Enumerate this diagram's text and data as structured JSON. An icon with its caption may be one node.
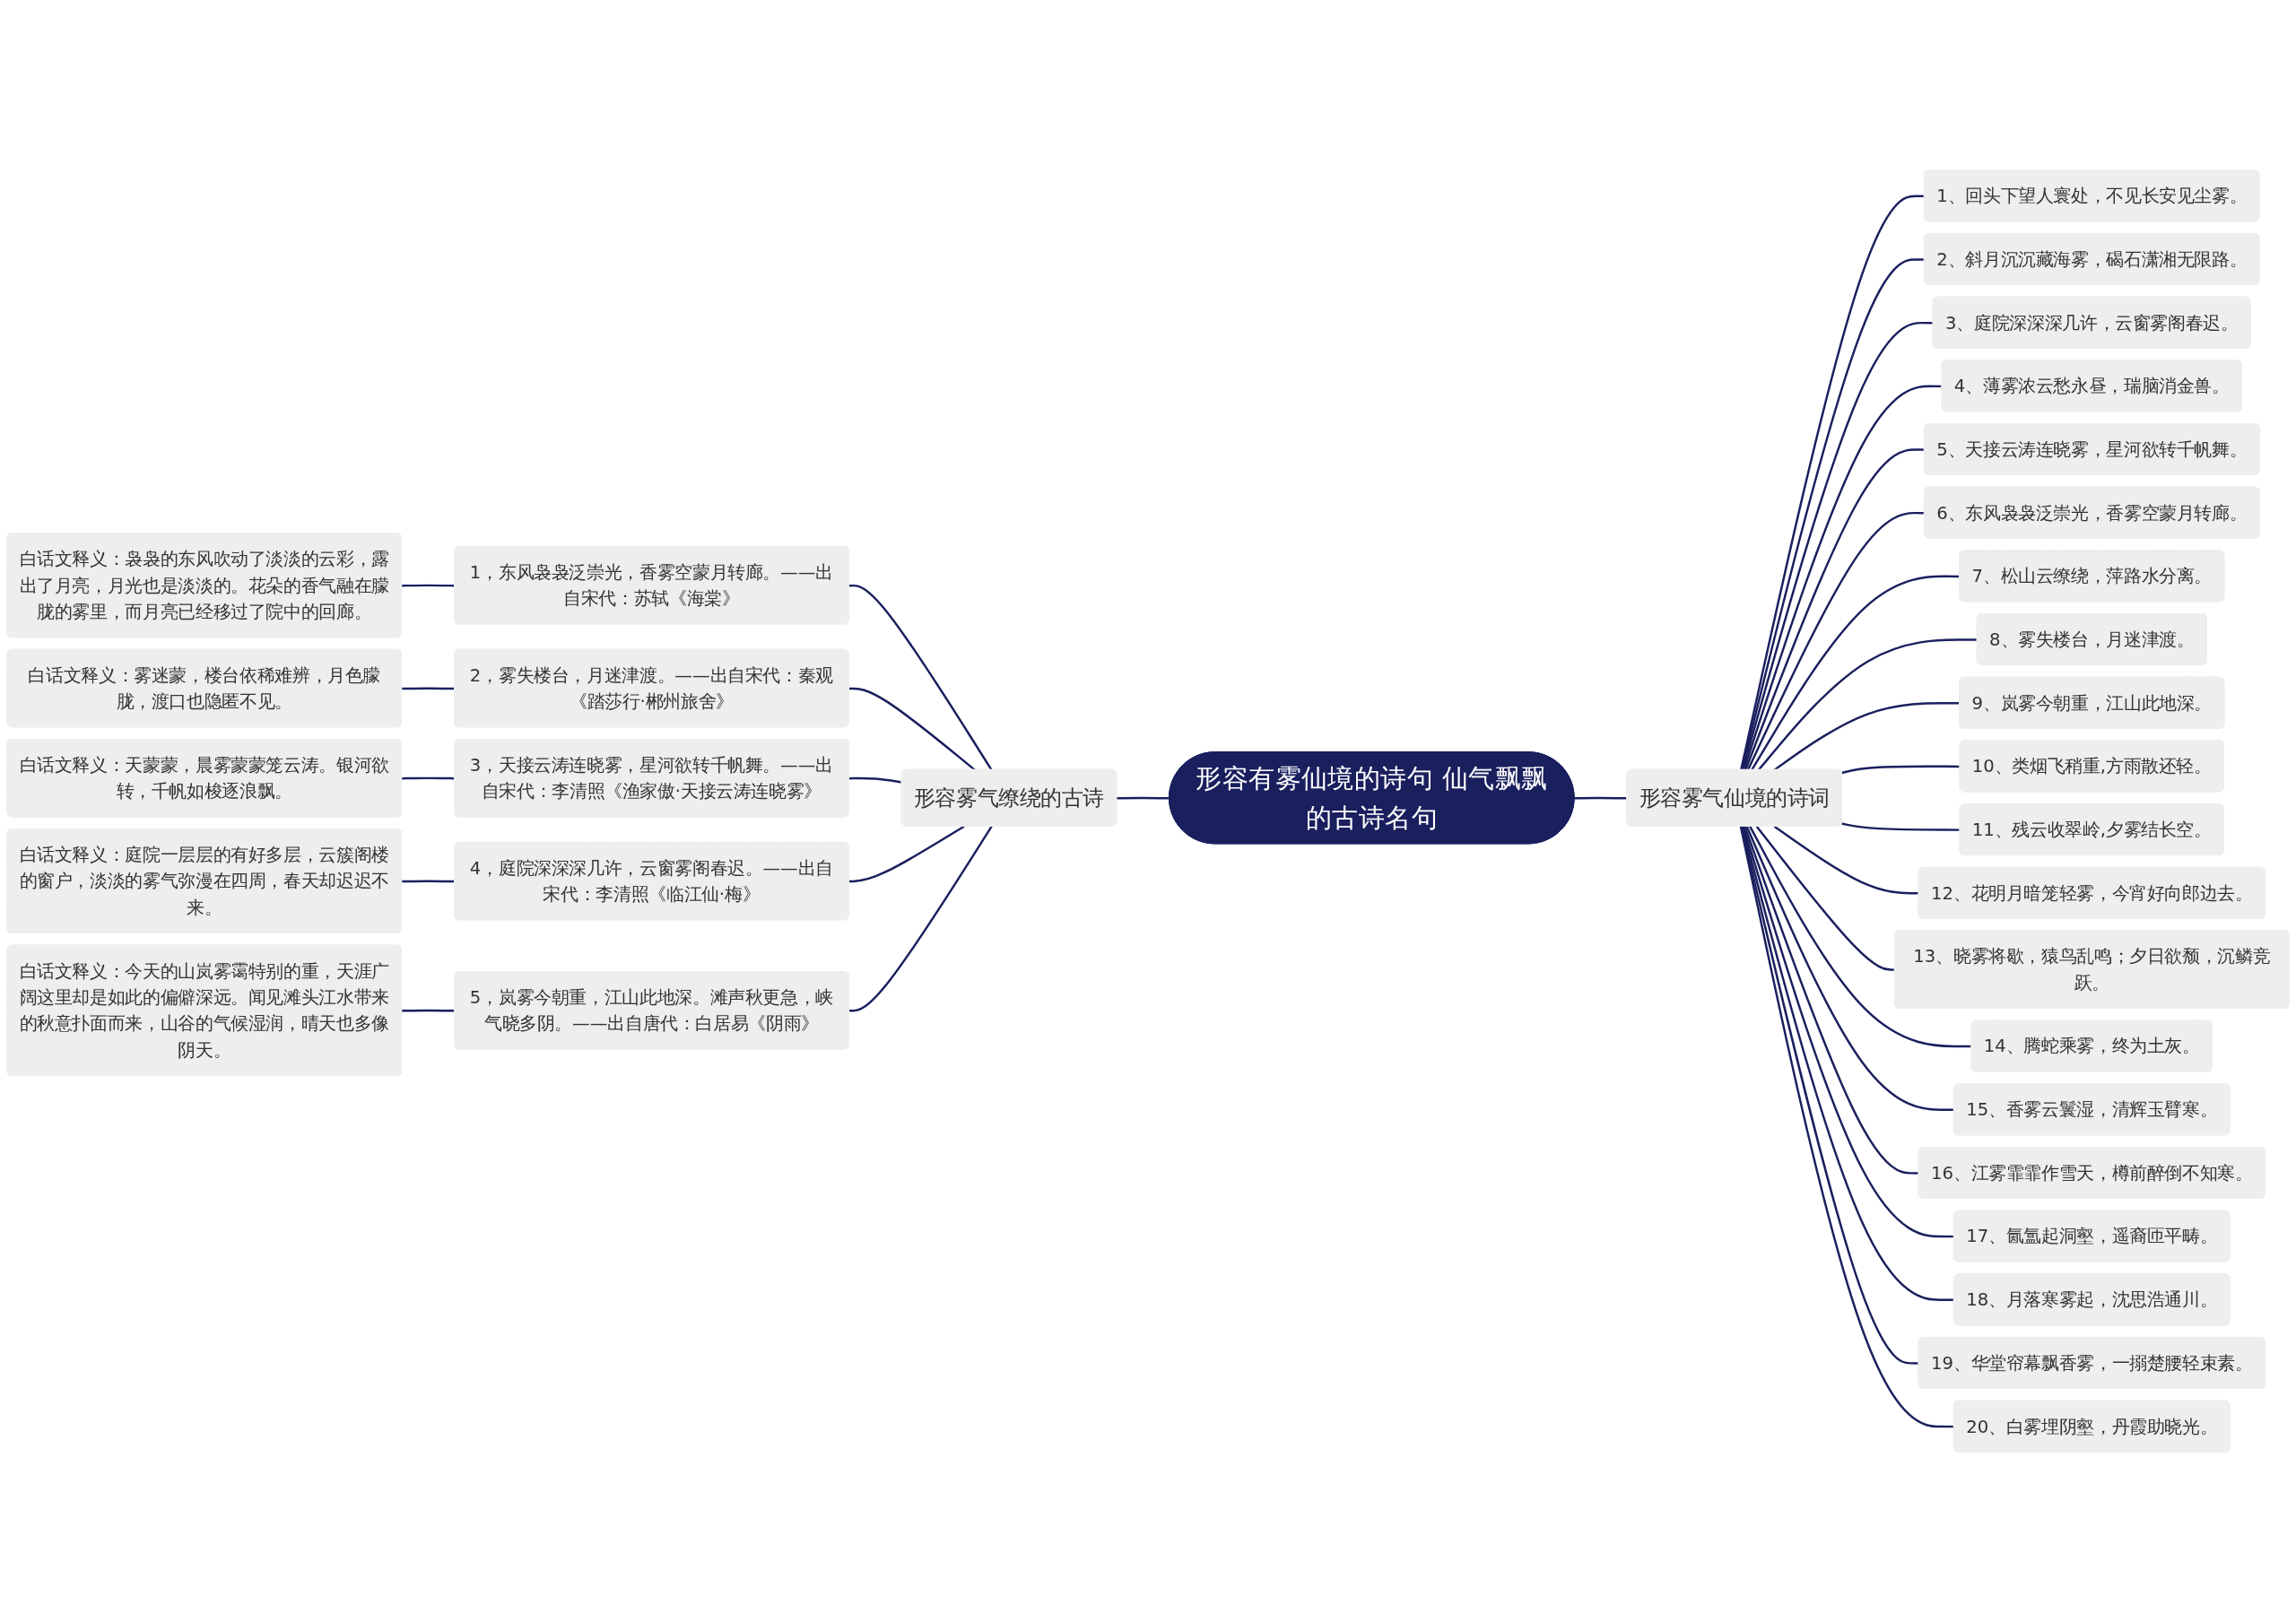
{
  "diagram": {
    "nodes": [
      {
        "text": [
          "形容有雾仙境的诗句 仙气飘飘的古诗名句"
        ]
      },
      {
        "text": [
          "形容雾气缭绕的古诗"
        ]
      },
      {
        "text": [
          "1，东风袅袅泛崇光，香雾空蒙月转廊。——出自宋代：苏轼《海棠》"
        ]
      },
      {
        "text": [
          "2，雾失楼台，月迷津渡。——出自宋代：秦观《踏莎行·郴州旅舍》"
        ]
      },
      {
        "text": [
          "3，天接云涛连晓雾，星河欲转千帆舞。——出自宋代：李清照《渔家傲·天接云涛连晓雾》"
        ]
      },
      {
        "text": [
          "4，庭院深深深几许，云窗雾阁春迟。——出自宋代：李清照《临江仙·梅》"
        ]
      },
      {
        "text": [
          "5，岚雾今朝重，江山此地深。滩声秋更急，峡气晓多阴。——出自唐代：白居易《阴雨》"
        ]
      },
      {
        "text": [
          "白话文释义：袅袅的东风吹动了淡淡的云彩，露出了月亮，月光也是淡淡的。花朵的香气融在朦胧的雾里，而月亮已经移过了院中的回廊。"
        ]
      },
      {
        "text": [
          "白话文释义：雾迷蒙，楼台依稀难辨，月色朦胧，渡口也隐匿不见。"
        ]
      },
      {
        "text": [
          "白话文释义：天蒙蒙，晨雾蒙蒙笼云涛。银河欲转，千帆如梭逐浪飘。"
        ]
      },
      {
        "text": [
          "白话文释义：庭院一层层的有好多层，云簇阁楼的窗户，淡淡的雾气弥漫在四周，春天却迟迟不来。"
        ]
      },
      {
        "text": [
          "白话文释义：今天的山岚雾霭特别的重，天涯广阔这里却是如此的偏僻深远。闻见滩头江水带来的秋意扑面而来，山谷的气候湿润，晴天也多像阴天。"
        ]
      },
      {
        "text": [
          "形容雾气仙境的诗词"
        ]
      },
      {
        "text": [
          "1、回头下望人寰处，不见长安见尘雾。"
        ]
      },
      {
        "text": [
          "2、斜月沉沉藏海雾，碣石潇湘无限路。"
        ]
      },
      {
        "text": [
          "3、庭院深深深几许，云窗雾阁春迟。"
        ]
      },
      {
        "text": [
          "4、薄雾浓云愁永昼，瑞脑消金兽。"
        ]
      },
      {
        "text": [
          "5、天接云涛连晓雾，星河欲转千帆舞。"
        ]
      },
      {
        "text": [
          "6、东风袅袅泛崇光，香雾空蒙月转廊。"
        ]
      },
      {
        "text": [
          "7、松山云缭绕，萍路水分离。"
        ]
      },
      {
        "text": [
          "8、雾失楼台，月迷津渡。"
        ]
      },
      {
        "text": [
          "9、岚雾今朝重，江山此地深。"
        ]
      },
      {
        "text": [
          "10、类烟飞稍重,方雨散还轻。"
        ]
      },
      {
        "text": [
          "11、残云收翠岭,夕雾结长空。"
        ]
      },
      {
        "text": [
          "12、花明月暗笼轻雾，今宵好向郎边去。"
        ]
      },
      {
        "text": [
          "13、晓雾将歇，猿鸟乱鸣；夕日欲颓，沉鳞竞跃。"
        ]
      },
      {
        "text": [
          "14、腾蛇乘雾，终为土灰。"
        ]
      },
      {
        "text": [
          "15、香雾云鬟湿，清辉玉臂寒。"
        ]
      },
      {
        "text": [
          "16、江雾霏霏作雪天，樽前醉倒不知寒。"
        ]
      },
      {
        "text": [
          "17、氤氲起洞壑，遥裔匝平畴。"
        ]
      },
      {
        "text": [
          "18、月落寒雾起，沈思浩通川。"
        ]
      },
      {
        "text": [
          "19、华堂帘幕飘香雾，一搦楚腰轻束素。"
        ]
      },
      {
        "text": [
          "20、白雾埋阴壑，丹霞助晓光。"
        ]
      }
    ],
    "edges": [
      {
        "from": 0,
        "to": 1,
        "arrow": "none"
      },
      {
        "from": 1,
        "to": 2,
        "arrow": "none"
      },
      {
        "from": 1,
        "to": 3,
        "arrow": "none"
      },
      {
        "from": 1,
        "to": 4,
        "arrow": "none"
      },
      {
        "from": 1,
        "to": 5,
        "arrow": "none"
      },
      {
        "from": 1,
        "to": 6,
        "arrow": "none"
      },
      {
        "from": 2,
        "to": 7,
        "arrow": "none"
      },
      {
        "from": 3,
        "to": 8,
        "arrow": "none"
      },
      {
        "from": 4,
        "to": 9,
        "arrow": "none"
      },
      {
        "from": 5,
        "to": 10,
        "arrow": "none"
      },
      {
        "from": 6,
        "to": 11,
        "arrow": "none"
      },
      {
        "from": 0,
        "to": 12,
        "arrow": "none"
      },
      {
        "from": 12,
        "to": 13,
        "arrow": "none"
      },
      {
        "from": 12,
        "to": 14,
        "arrow": "none"
      },
      {
        "from": 12,
        "to": 15,
        "arrow": "none"
      },
      {
        "from": 12,
        "to": 16,
        "arrow": "none"
      },
      {
        "from": 12,
        "to": 17,
        "arrow": "none"
      },
      {
        "from": 12,
        "to": 18,
        "arrow": "none"
      },
      {
        "from": 12,
        "to": 19,
        "arrow": "none"
      },
      {
        "from": 12,
        "to": 20,
        "arrow": "none"
      },
      {
        "from": 12,
        "to": 21,
        "arrow": "none"
      },
      {
        "from": 12,
        "to": 22,
        "arrow": "none"
      },
      {
        "from": 12,
        "to": 23,
        "arrow": "none"
      },
      {
        "from": 12,
        "to": 24,
        "arrow": "none"
      },
      {
        "from": 12,
        "to": 25,
        "arrow": "none"
      },
      {
        "from": 12,
        "to": 26,
        "arrow": "none"
      },
      {
        "from": 12,
        "to": 27,
        "arrow": "none"
      },
      {
        "from": 12,
        "to": 28,
        "arrow": "none"
      },
      {
        "from": 12,
        "to": 29,
        "arrow": "none"
      },
      {
        "from": 12,
        "to": 30,
        "arrow": "none"
      },
      {
        "from": 12,
        "to": 31,
        "arrow": "none"
      },
      {
        "from": 12,
        "to": 32,
        "arrow": "none"
      }
    ]
  }
}
